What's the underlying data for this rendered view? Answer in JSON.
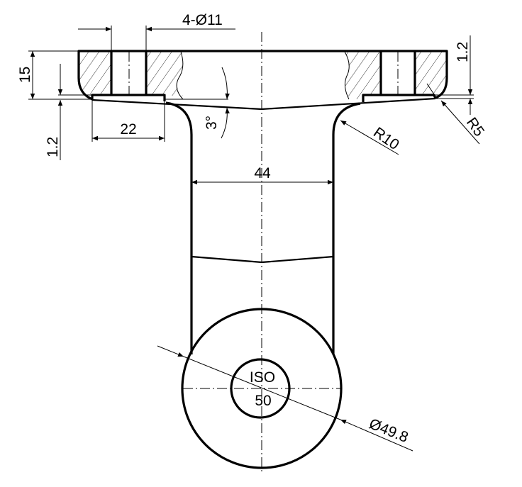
{
  "drawing": {
    "line_color": "#000000",
    "background": "#ffffff",
    "dimensions": {
      "hole_callout": "4-Ø11",
      "flange_thickness": "15",
      "step_left": "1.2",
      "step_right": "1.2",
      "stub_width": "22",
      "cone_angle": "3°",
      "tube_width": "44",
      "fillet_large": "R10",
      "fillet_small": "R5",
      "flange_diameter": "Ø49.8"
    },
    "center_label": {
      "line1": "ISO",
      "line2": "50"
    }
  }
}
